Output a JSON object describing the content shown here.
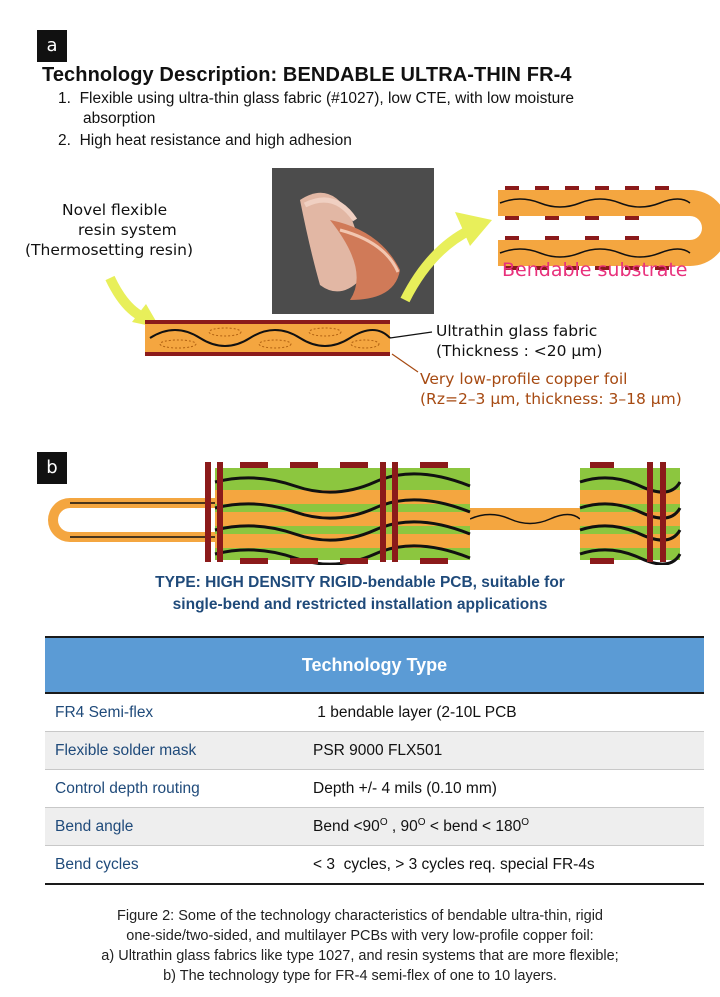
{
  "panel_a": {
    "label": "a",
    "title": "Technology Description: BENDABLE ULTRA-THIN FR-4",
    "items": [
      {
        "num": "1.",
        "text": "Flexible using ultra-thin glass fabric (#1027), low CTE, with low moisture",
        "cont": "absorption"
      },
      {
        "num": "2.",
        "text": "High heat resistance and high adhesion"
      }
    ],
    "resin_line1": "Novel flexible",
    "resin_line2": "resin system",
    "resin_line3": "(Thermosetting resin)",
    "bendable_label": "Bendable substrate",
    "glass_line1": "Ultrathin glass fabric",
    "glass_line2": "(Thickness : <20 μm)",
    "copper_line1": "Very low-profile copper foil",
    "copper_line2": "(Rz=2–3 μm, thickness: 3–18 μm)"
  },
  "panel_b": {
    "label": "b",
    "type_line1": "TYPE: HIGH DENSITY RIGID-bendable PCB, suitable for",
    "type_line2": "single-bend and restricted installation applications"
  },
  "table": {
    "header": "Technology Type",
    "rows": [
      {
        "label": "FR4 Semi-flex",
        "value": " 1 bendable layer (2-10L PCB"
      },
      {
        "label": "Flexible solder mask",
        "value": "PSR 9000 FLX501"
      },
      {
        "label": "Control depth routing",
        "value": "Depth +/- 4 mils (0.10 mm)"
      },
      {
        "label": "Bend angle",
        "value_pre": "Bend <90",
        "sup1": "O",
        "value_mid": " , 90",
        "sup2": "O",
        "value_mid2": " < bend < 180",
        "sup3": "O"
      },
      {
        "label": "Bend cycles",
        "value": "< 3  cycles, > 3 cycles req. special FR-4s"
      }
    ]
  },
  "caption": {
    "line1": "Figure 2: Some of the technology characteristics of bendable ultra-thin, rigid",
    "line2": "one-side/two-sided, and multilayer PCBs with very low-profile copper foil:",
    "line3": "a) Ultrathin glass fabrics like type 1027, and resin systems that are more flexible;",
    "line4": "b) The technology type for FR-4 semi-flex of one to 10 layers."
  },
  "colors": {
    "orange": "#f4a640",
    "dark_red": "#8b1a1a",
    "green": "#8cc63f",
    "yellow_arrow": "#e8ef5a",
    "header_blue": "#5b9bd5",
    "navy_text": "#1f4a7a",
    "pink": "#e8317c"
  }
}
